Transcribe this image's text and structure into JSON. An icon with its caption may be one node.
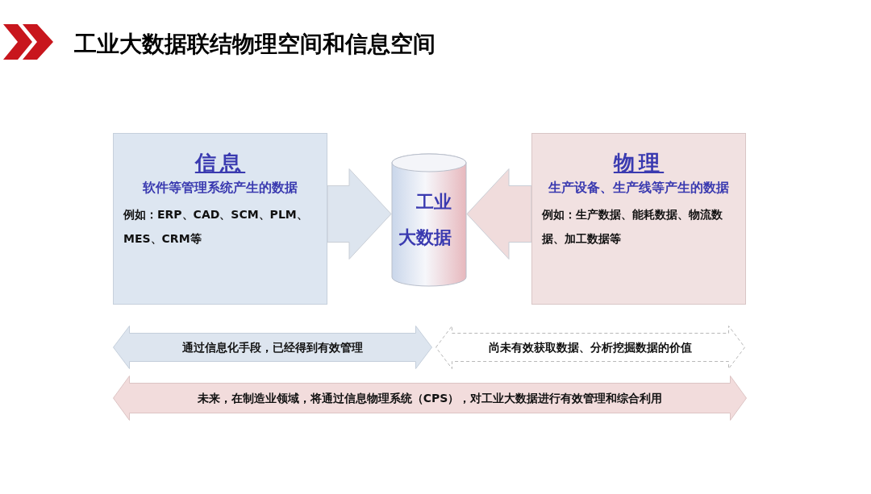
{
  "diagram": {
    "title": "工业大数据联结物理空间和信息空间",
    "nodes": [
      {
        "text": [
          "信息",
          "软件等管理系统产生的数据",
          "例如：ERP、CAD、SCM、PLM、MES、CRM等"
        ]
      },
      {
        "text": [
          "工业大数据"
        ]
      },
      {
        "text": [
          "物理",
          "生产设备、生产线等产生的数据",
          "例如：生产数据、能耗数据、物流数据、加工数据等"
        ]
      },
      {
        "text": [
          "通过信息化手段，已经得到有效管理"
        ]
      },
      {
        "text": [
          "尚未有效获取数据、分析挖掘数据的价值"
        ]
      },
      {
        "text": [
          "未来，在制造业领域，将通过信息物理系统（CPS），对工业大数据进行有效管理和综合利用"
        ]
      }
    ],
    "edges": [
      {
        "from": 0,
        "to": 1,
        "arrow": "to",
        "style": "thick",
        "color": "#dde5ef"
      },
      {
        "from": 2,
        "to": 1,
        "arrow": "to",
        "style": "thick",
        "color": "#f0dcdc"
      }
    ]
  }
}
